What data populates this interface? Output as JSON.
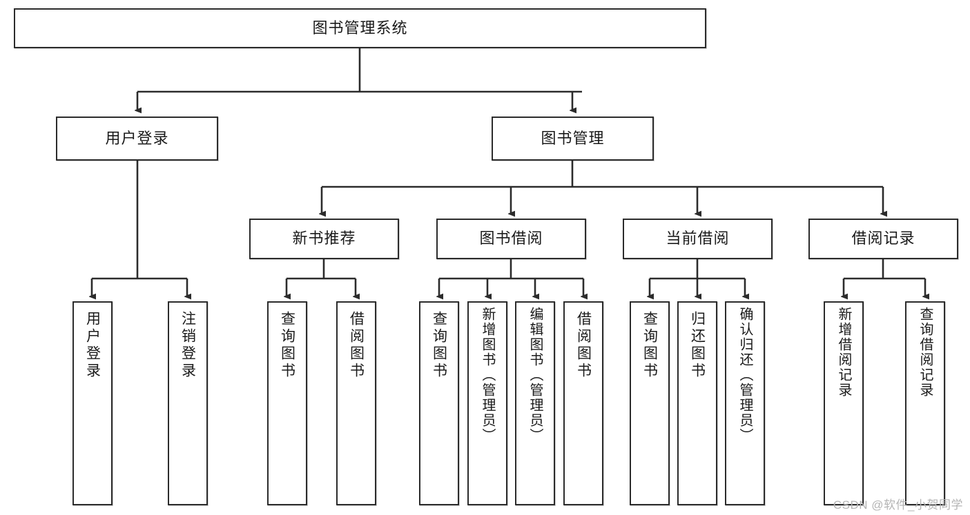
{
  "diagram": {
    "title": "图书管理系统",
    "type": "tree-hierarchy",
    "watermark": "CSDN @软件_小贺同学",
    "line_color": "#2b2b2b",
    "box_fill": "#ffffff",
    "text_color": "#1a1a1a"
  },
  "nodes": {
    "root": {
      "label": "图书管理系统"
    },
    "level2": [
      {
        "label": "用户登录"
      },
      {
        "label": "图书管理"
      }
    ],
    "level3": [
      {
        "label": "新书推荐"
      },
      {
        "label": "图书借阅"
      },
      {
        "label": "当前借阅"
      },
      {
        "label": "借阅记录"
      }
    ],
    "leaves": {
      "user_login": [
        {
          "label": "用户登录"
        },
        {
          "label": "注销登录"
        }
      ],
      "new_book": [
        {
          "label": "查询图书"
        },
        {
          "label": "借阅图书"
        }
      ],
      "book_borrow": [
        {
          "label": "查询图书"
        },
        {
          "label": "新增图书（管理员）"
        },
        {
          "label": "编辑图书（管理员）"
        },
        {
          "label": "借阅图书"
        }
      ],
      "current_borrow": [
        {
          "label": "查询图书"
        },
        {
          "label": "归还图书"
        },
        {
          "label": "确认归还（管理员）"
        }
      ],
      "borrow_record": [
        {
          "label": "新增借阅记录"
        },
        {
          "label": "查询借阅记录"
        }
      ]
    }
  }
}
